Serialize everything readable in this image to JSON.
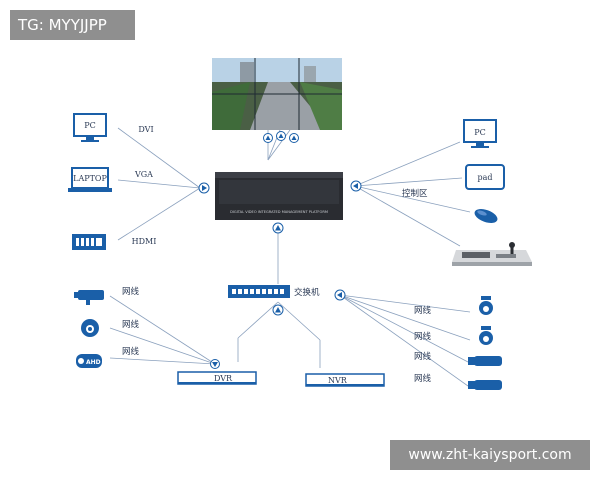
{
  "watermark_top": "TG: MYYJJPP",
  "watermark_bottom": "www.zht-kaiysport.com",
  "left_inputs": {
    "pc_label": "PC",
    "laptop_label": "LAPTOP",
    "dvi": "DVI",
    "vga": "VGA",
    "hdmi": "HDMI"
  },
  "processor_text": "DIGITAL VIDEO INTEGRATED MANAGEMENT PLATFORM",
  "switch_label": "交换机",
  "right_controls": {
    "pc_label": "PC",
    "pad_label": "pad",
    "control_zone": "控制区"
  },
  "network_label": "网线",
  "camera_badge": "AHD",
  "dvr_label": "DVR",
  "nvr_label": "NVR",
  "colors": {
    "line": "#8aa0bd",
    "device_blue": "#1a5fa8",
    "processor": "#2a2c31"
  }
}
